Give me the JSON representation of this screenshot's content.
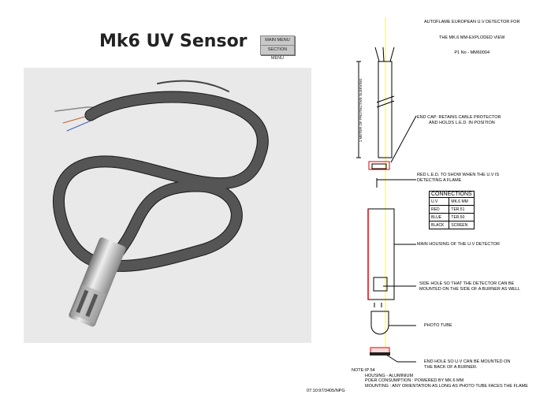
{
  "page": {
    "title": "Mk6 UV Sensor"
  },
  "buttons": {
    "main_menu": "MAIN MENU",
    "section_menu": "SECTION MENU"
  },
  "diagram": {
    "heading": [
      "AUTOFLAME EUROPEAN U.V DETECTOR FOR",
      "THE MK.6 MM-EXPLODED VIEW",
      "P1 No - MM60004"
    ],
    "sleeving_label": "1 METER OF PROTECTIVE SLEEVING",
    "end_cap": "END CAP: RETAINS CABLE PROTECTOR\n          AND HOLDS L.E.D. IN POSITION",
    "red_led": "RED L.E.D. TO SHOW WHEN THE U.V IS\nDETECTING A FLAME",
    "main_housing": "MAIN HOUSING OF THE U.V DETECTOR",
    "side_hole": "SIDE HOLE SO THAT THE DETECTOR CAN BE\nMOUNTED ON THE SIDE OF A BURNER AS WELL",
    "photo_tube": "PHOTO TUBE",
    "end_hole": "END HOLE SO U.V CAN BE MOUNTED ON\nTHE BACK OF A BURNER.",
    "note_label": "NOTE:",
    "notes": "IP 54\nHOUSING - ALUMINIUM\nPOER CONSUMPTION : POWERED BY MK.6 MM\nMOUNTING : ANY ORIENTATION AS LONG AS PHOTO TUBE FACES THE FLAME",
    "reference": "07:10:97/3405/NPG",
    "connections": {
      "title": "CONNECTIONS",
      "headers": [
        "U.V",
        "MK.6 MM"
      ],
      "rows": [
        [
          "RED",
          "TER.51"
        ],
        [
          "BLUE",
          "TER.50"
        ],
        [
          "BLACK",
          "SCREEN"
        ]
      ]
    }
  },
  "colors": {
    "axis": "#ffff00",
    "highlight": "#e00000"
  }
}
